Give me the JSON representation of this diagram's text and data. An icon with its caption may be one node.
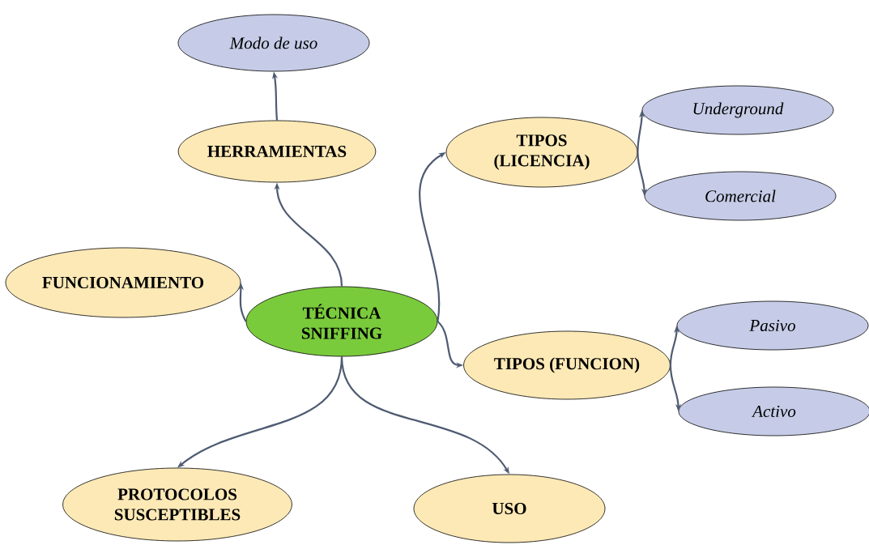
{
  "diagram": {
    "nodes": [
      {
        "text": [
          "TÉCNICA SNIFFING"
        ]
      },
      {
        "text": [
          "HERRAMIENTAS"
        ]
      },
      {
        "text": [
          "Modo de uso"
        ]
      },
      {
        "text": [
          "FUNCIONAMIENTO"
        ]
      },
      {
        "text": [
          "TIPOS (LICENCIA)"
        ]
      },
      {
        "text": [
          "Underground"
        ]
      },
      {
        "text": [
          "Comercial"
        ]
      },
      {
        "text": [
          "TIPOS (FUNCION)"
        ]
      },
      {
        "text": [
          "Pasivo"
        ]
      },
      {
        "text": [
          "Activo"
        ]
      },
      {
        "text": [
          "PROTOCOLOS SUSCEPTIBLES"
        ]
      },
      {
        "text": [
          "USO"
        ]
      }
    ],
    "edges": [
      {
        "from": 0,
        "to": 1,
        "arrow": "to"
      },
      {
        "from": 1,
        "to": 2,
        "arrow": "to"
      },
      {
        "from": 0,
        "to": 3,
        "arrow": "to"
      },
      {
        "from": 0,
        "to": 4,
        "arrow": "to"
      },
      {
        "from": 4,
        "to": 5,
        "arrow": "to"
      },
      {
        "from": 4,
        "to": 6,
        "arrow": "to"
      },
      {
        "from": 0,
        "to": 7,
        "arrow": "to"
      },
      {
        "from": 7,
        "to": 8,
        "arrow": "to"
      },
      {
        "from": 7,
        "to": 9,
        "arrow": "to"
      },
      {
        "from": 0,
        "to": 10,
        "arrow": "to"
      },
      {
        "from": 0,
        "to": 11,
        "arrow": "to"
      }
    ]
  }
}
